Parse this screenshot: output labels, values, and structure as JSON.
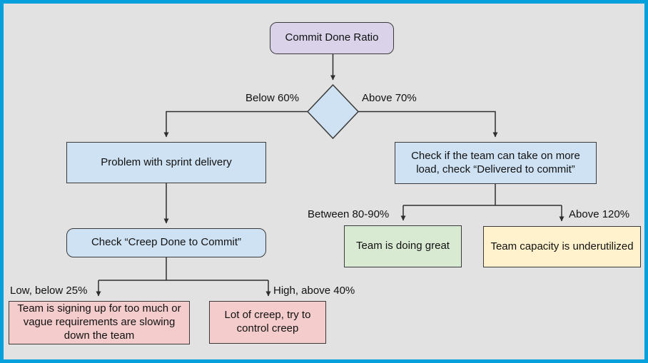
{
  "diagram": {
    "title": "Commit Done Ratio flowchart",
    "nodes": {
      "start": {
        "label": "Commit Done Ratio",
        "shape": "rounded-rect",
        "fill": "#D9D2E9"
      },
      "decision": {
        "label": "",
        "shape": "diamond",
        "fill": "#CFE2F3"
      },
      "problem": {
        "label": "Problem with sprint delivery",
        "shape": "rect",
        "fill": "#CFE2F3"
      },
      "creep_check": {
        "label": "Check “Creep Done to Commit”",
        "shape": "rounded-rect",
        "fill": "#CFE2F3"
      },
      "signing_up": {
        "label": "Team is signing up for too much or vague requirements are slowing down the team",
        "shape": "rect",
        "fill": "#F4CCCC"
      },
      "lot_of_creep": {
        "label": "Lot of creep, try to control creep",
        "shape": "rect",
        "fill": "#F4CCCC"
      },
      "take_more": {
        "label": "Check if the team can take on more load, check “Delivered to commit”",
        "shape": "rect",
        "fill": "#CFE2F3"
      },
      "doing_great": {
        "label": "Team is doing great",
        "shape": "rect",
        "fill": "#D9EAD3"
      },
      "underutilized": {
        "label": "Team capacity is underutilized",
        "shape": "rect",
        "fill": "#FFF2CC"
      }
    },
    "edge_labels": {
      "below60": "Below 60%",
      "above70": "Above 70%",
      "low25": "Low, below 25%",
      "high40": "High, above 40%",
      "between": "Between 80-90%",
      "above120": "Above 120%"
    },
    "edges": [
      {
        "from": "start",
        "to": "decision",
        "label": ""
      },
      {
        "from": "decision",
        "to": "problem",
        "label": "Below 60%"
      },
      {
        "from": "decision",
        "to": "take_more",
        "label": "Above 70%"
      },
      {
        "from": "problem",
        "to": "creep_check",
        "label": ""
      },
      {
        "from": "creep_check",
        "to": "signing_up",
        "label": "Low, below 25%"
      },
      {
        "from": "creep_check",
        "to": "lot_of_creep",
        "label": "High, above 40%"
      },
      {
        "from": "take_more",
        "to": "doing_great",
        "label": "Between 80-90%"
      },
      {
        "from": "take_more",
        "to": "underutilized",
        "label": "Above 120%"
      }
    ],
    "colors": {
      "frame": "#06A0DC",
      "background": "#E2E2E2",
      "node_border": "#3a3a3a",
      "connector": "#2e2e2e",
      "start_fill": "#D9D2E9",
      "decision_fill": "#CFE2F3",
      "process_fill": "#CFE2F3",
      "warning_fill": "#F4CCCC",
      "success_fill": "#D9EAD3",
      "caution_fill": "#FFF2CC"
    }
  }
}
